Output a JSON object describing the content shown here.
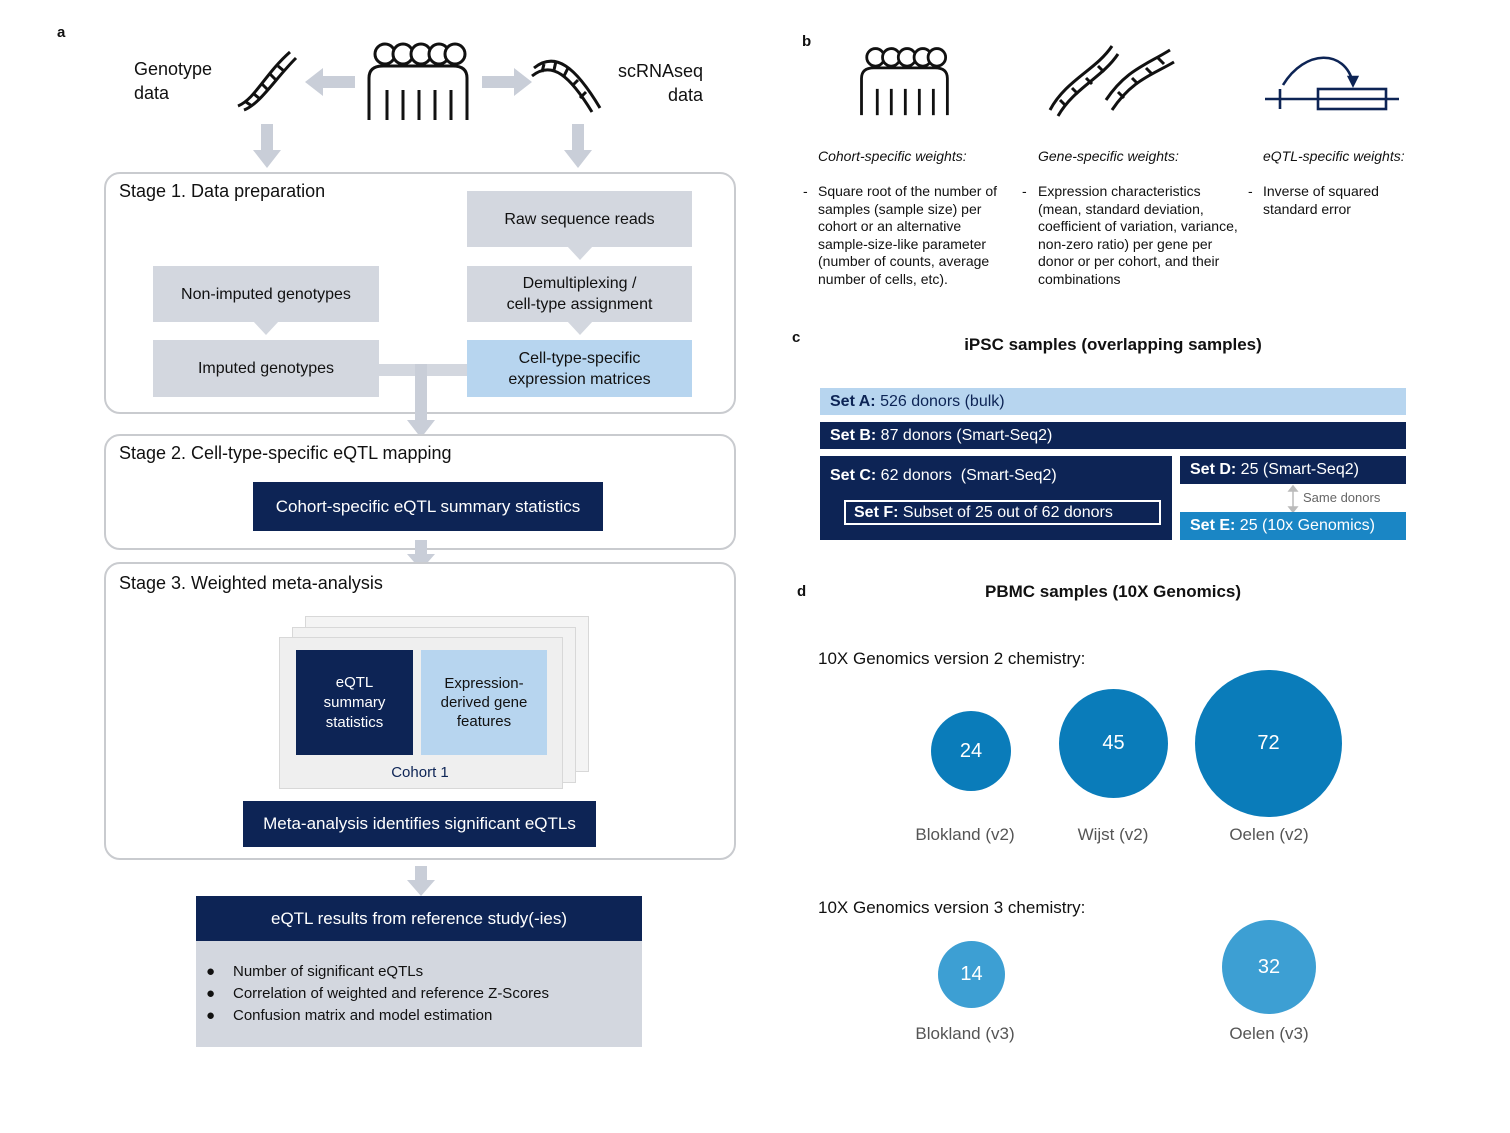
{
  "panel_labels": {
    "a": "a",
    "b": "b",
    "c": "c",
    "d": "d"
  },
  "panel_a": {
    "genotype_label": "Genotype\ndata",
    "scrna_label": "scRNAseq\ndata",
    "stage1": {
      "title": "Stage 1. Data preparation",
      "raw_reads": "Raw sequence reads",
      "demux": "Demultiplexing /\ncell-type assignment",
      "non_imputed": "Non-imputed genotypes",
      "imputed": "Imputed genotypes",
      "expr_matrices": "Cell-type-specific\nexpression matrices"
    },
    "stage2": {
      "title": "Stage 2.  Cell-type-specific eQTL mapping",
      "summary": "Cohort-specific eQTL summary statistics"
    },
    "stage3": {
      "title": "Stage 3. Weighted meta-analysis",
      "eqtl_stats": "eQTL\nsummary\nstatistics",
      "gene_features": "Expression-\nderived gene\nfeatures",
      "cohort": "Cohort 1",
      "meta": "Meta-analysis identifies significant eQTLs"
    },
    "results": {
      "title": "eQTL results from reference study(-ies)",
      "bullets": [
        "Number of significant eQTLs",
        "Correlation of weighted and reference Z-Scores",
        "Confusion matrix and model estimation"
      ]
    }
  },
  "panel_b": {
    "cohort": {
      "title": "Cohort-specific weights:",
      "text": "Square root of the number of samples (sample size) per cohort or an alternative sample-size-like parameter (number of counts, average number of cells, etc)."
    },
    "gene": {
      "title": "Gene-specific weights:",
      "text": "Expression characteristics (mean, standard deviation, coefficient of variation, variance, non-zero ratio) per gene per donor or per cohort, and their combinations"
    },
    "eqtl": {
      "title": "eQTL-specific weights:",
      "text": "Inverse of squared standard error"
    },
    "dash": "-"
  },
  "panel_c": {
    "title": "iPSC samples (overlapping samples)",
    "set_a": {
      "label": "Set A:",
      "text": " 526 donors (bulk)"
    },
    "set_b": {
      "label": "Set B:",
      "text": " 87 donors (Smart-Seq2)"
    },
    "set_c": {
      "label": "Set C:",
      "text": " 62 donors  (Smart-Seq2)"
    },
    "set_f": {
      "label": "Set F:",
      "text": " Subset of 25 out of 62 donors"
    },
    "set_d": {
      "label": "Set D:",
      "text": " 25 (Smart-Seq2)"
    },
    "set_e": {
      "label": "Set E:",
      "text": " 25 (10x Genomics)"
    },
    "same_donors": "Same donors"
  },
  "panel_d": {
    "title": "PBMC samples (10X Genomics)",
    "v2_title": "10X Genomics version 2 chemistry:",
    "v3_title": "10X Genomics version 3 chemistry:",
    "v2": [
      {
        "name": "Blokland (v2)",
        "value": 24
      },
      {
        "name": "Wijst (v2)",
        "value": 45
      },
      {
        "name": "Oelen (v2)",
        "value": 72
      }
    ],
    "v3": [
      {
        "name": "Blokland (v3)",
        "value": 14
      },
      {
        "name": "Oelen (v3)",
        "value": 32
      }
    ]
  },
  "colors": {
    "navy": "#0d2455",
    "light_blue": "#b7d5ef",
    "gray_box": "#d3d7df",
    "circle_v2": "#0a7cba",
    "circle_v3": "#3d9fd3",
    "set_a": "#b7d5ef",
    "set_e": "#1a86c5"
  },
  "icons": [
    "people-group-icon",
    "dna-icon",
    "eqtl-arrow-icon"
  ]
}
